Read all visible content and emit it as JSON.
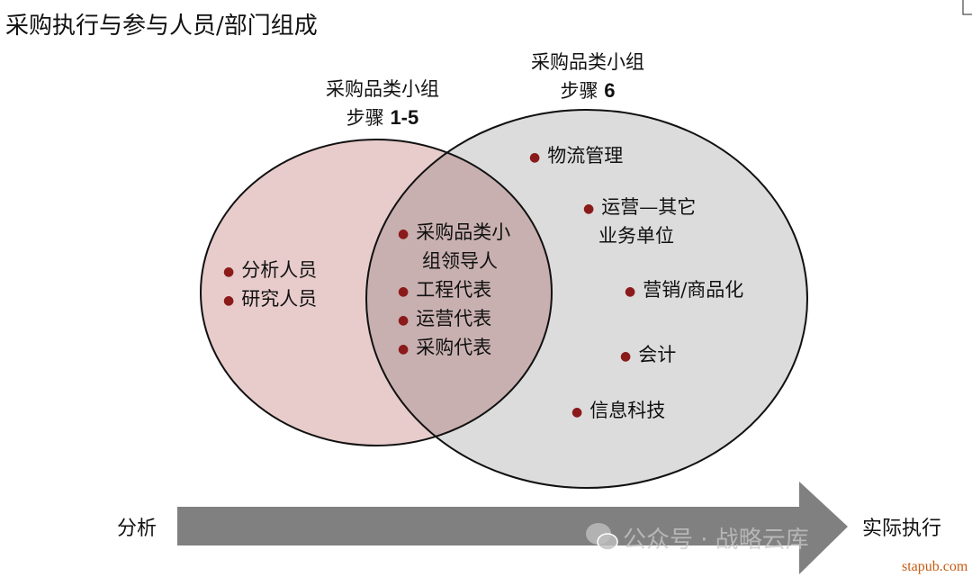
{
  "title": "采购执行与参与人员/部门组成",
  "left_group": {
    "header_line1": "采购品类小组",
    "header_line2_prefix": "步骤",
    "header_line2_num": "1-5",
    "items": [
      "分析人员",
      "研究人员"
    ],
    "fill": "#e8cccc"
  },
  "right_group": {
    "header_line1": "采购品类小组",
    "header_line2_prefix": "步骤",
    "header_line2_num": "6",
    "items": [
      "物流管理",
      "运营—其它",
      "业务单位",
      "营销/商品化",
      "会计",
      "信息科技"
    ],
    "fill": "#dcdcdc"
  },
  "overlap": {
    "items": [
      "采购品类小",
      "组领导人",
      "工程代表",
      "运营代表",
      "采购代表"
    ],
    "fill": "#c9b0b0"
  },
  "arrow": {
    "start_label": "分析",
    "end_label": "实际执行",
    "color": "#808080"
  },
  "watermark": "公众号 · 战略云库",
  "site": "stapub.com",
  "bullet_color": "#8b1a1a"
}
